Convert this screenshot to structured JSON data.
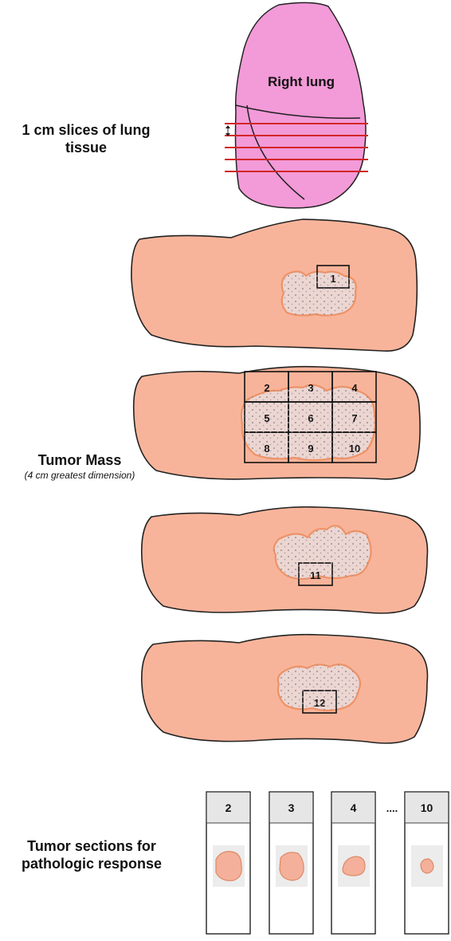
{
  "lung": {
    "label": "Right lung",
    "fill_color": "#f39ad8",
    "slice_line_color": "#d32626"
  },
  "slices_caption": "1 cm slices of lung tissue",
  "tumor_caption": {
    "title": "Tumor Mass",
    "subtitle": "(4 cm greatest dimension)"
  },
  "sections_caption": "Tumor sections for pathologic response",
  "tissue_color": "#f8b49a",
  "tumor_outline_color": "#ee9266",
  "section_boxes": {
    "slice1": [
      "1"
    ],
    "slice2": [
      "2",
      "3",
      "4",
      "5",
      "6",
      "7",
      "8",
      "9",
      "10"
    ],
    "slice3": [
      "11"
    ],
    "slice4": [
      "12"
    ]
  },
  "slides": {
    "labels": [
      "2",
      "3",
      "4",
      "10"
    ],
    "ellipsis": "...."
  }
}
